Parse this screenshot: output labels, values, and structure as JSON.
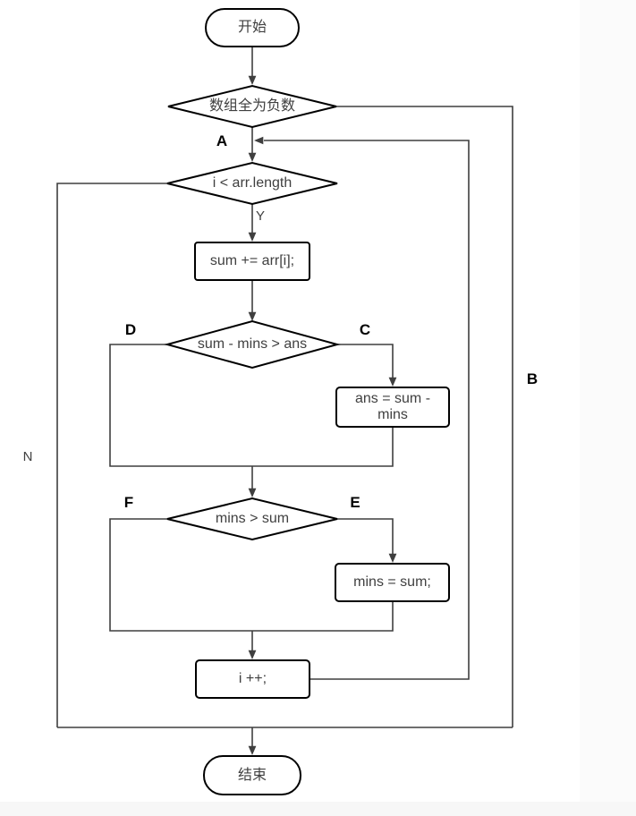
{
  "flowchart": {
    "nodes": {
      "start": {
        "type": "terminator",
        "label": "开始"
      },
      "cond_all_negative": {
        "type": "decision",
        "label": "数组全为负数"
      },
      "cond_loop": {
        "type": "decision",
        "label": "i < arr.length"
      },
      "accumulate": {
        "type": "process",
        "label": "sum += arr[i];"
      },
      "cond_update_ans": {
        "type": "decision",
        "label": "sum - mins > ans"
      },
      "update_ans": {
        "type": "process",
        "label": "ans = sum - mins"
      },
      "cond_update_mins": {
        "type": "decision",
        "label": "mins > sum"
      },
      "update_mins": {
        "type": "process",
        "label": "mins = sum;"
      },
      "increment": {
        "type": "process",
        "label": "i ++;"
      },
      "end": {
        "type": "terminator",
        "label": "结束"
      }
    },
    "branch_labels": {
      "a": "A",
      "b": "B",
      "c": "C",
      "d": "D",
      "e": "E",
      "f": "F",
      "yes": "Y",
      "no": "N"
    }
  },
  "colors": {
    "shape_stroke": "#000000",
    "connector": "#3f3f3f",
    "text": "#404040",
    "label": "#000000",
    "background": "#ffffff",
    "footer_strip": "#f7f7f7"
  }
}
